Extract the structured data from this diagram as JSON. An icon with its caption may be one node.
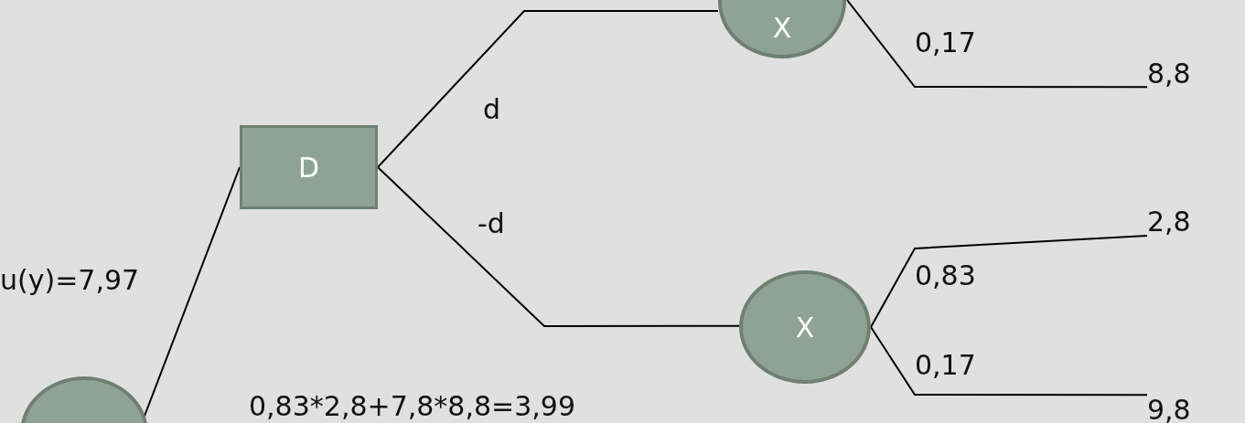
{
  "diagram": {
    "nodes": [
      {
        "text": [
          "D"
        ]
      },
      {
        "text": [
          "X"
        ]
      },
      {
        "text": [
          "X"
        ]
      },
      {
        "text": [],
        "shape": "circle"
      },
      {
        "text": [
          "8,8"
        ]
      },
      {
        "text": [
          "2,8"
        ]
      },
      {
        "text": [
          "9,8"
        ]
      }
    ],
    "edges": [
      {
        "from": 3,
        "to": 0,
        "arrow": "none",
        "label": "u(y)=7,97"
      },
      {
        "from": 0,
        "to": 1,
        "arrow": "none",
        "label": "d"
      },
      {
        "from": 0,
        "to": 2,
        "arrow": "none",
        "label": "-d"
      },
      {
        "from": 1,
        "to": 4,
        "arrow": "none",
        "label": "0,17"
      },
      {
        "from": 2,
        "to": 5,
        "arrow": "none",
        "label": "0,83"
      },
      {
        "from": 2,
        "to": 6,
        "arrow": "none",
        "label": "0,17"
      }
    ],
    "labels": [
      "0,83*2,8+7,8*8,8=3,99"
    ]
  }
}
